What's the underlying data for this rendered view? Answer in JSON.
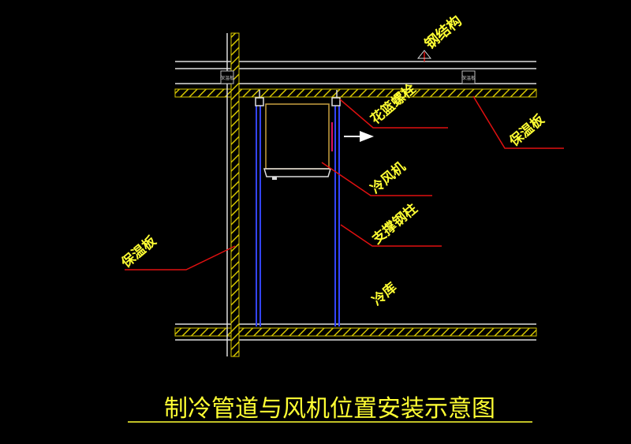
{
  "title": "制冷管道与风机位置安装示意图",
  "labels": {
    "steel_structure": "钢结构",
    "anchor_bolt": "花篮螺栓",
    "insulation_board_right": "保温板",
    "insulation_board_left": "保温板",
    "cooling_fan": "冷风机",
    "support_column": "支撑钢柱",
    "cold_room": "冷库"
  },
  "tags": {
    "left_small": "保温板",
    "right_small": "保温板"
  },
  "colors": {
    "background": "#000000",
    "label_yellow": "#ffff33",
    "leader_red": "#e01010",
    "insulation_hatch": "#d4c400",
    "steel_line": "#dddddd",
    "column_blue": "#3344ff",
    "fan_outline": "#c8a040"
  }
}
